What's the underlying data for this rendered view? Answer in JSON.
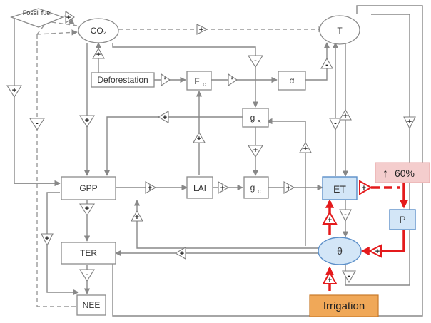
{
  "nodes": {
    "fossil_fuel": "Fossil fuel",
    "co2": "CO₂",
    "t": "T",
    "deforestation": "Deforestation",
    "fc_main": "F",
    "fc_sub": "c",
    "alpha": "α",
    "gs_main": "g",
    "gs_sub": "s",
    "gpp": "GPP",
    "lai": "LAI",
    "gc_main": "g",
    "gc_sub": "c",
    "et": "ET",
    "increase": "60%",
    "p": "P",
    "theta": "θ",
    "ter": "TER",
    "nee": "NEE",
    "irrigation": "Irrigation"
  },
  "signs": {
    "plus": "+",
    "minus": "-",
    "tick": "'"
  },
  "colors": {
    "irrigation_fill": "#f0a858",
    "increase_fill": "#f4cdcd",
    "blue_node": "#d3e6f7",
    "red_path": "#e41a1c",
    "gray_line": "#888888"
  }
}
